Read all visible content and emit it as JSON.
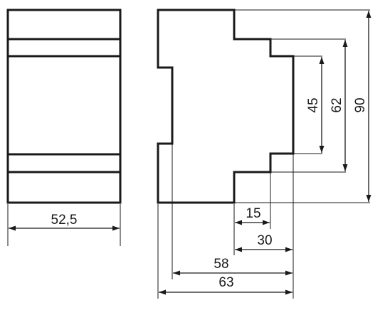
{
  "drawing": {
    "front_view": {
      "width_label": "52,5"
    },
    "side_view": {
      "depth_labels": {
        "d15": "15",
        "d30": "30",
        "d58": "58",
        "d63": "63"
      },
      "height_labels": {
        "h45": "45",
        "h62": "62",
        "h90": "90"
      }
    }
  }
}
